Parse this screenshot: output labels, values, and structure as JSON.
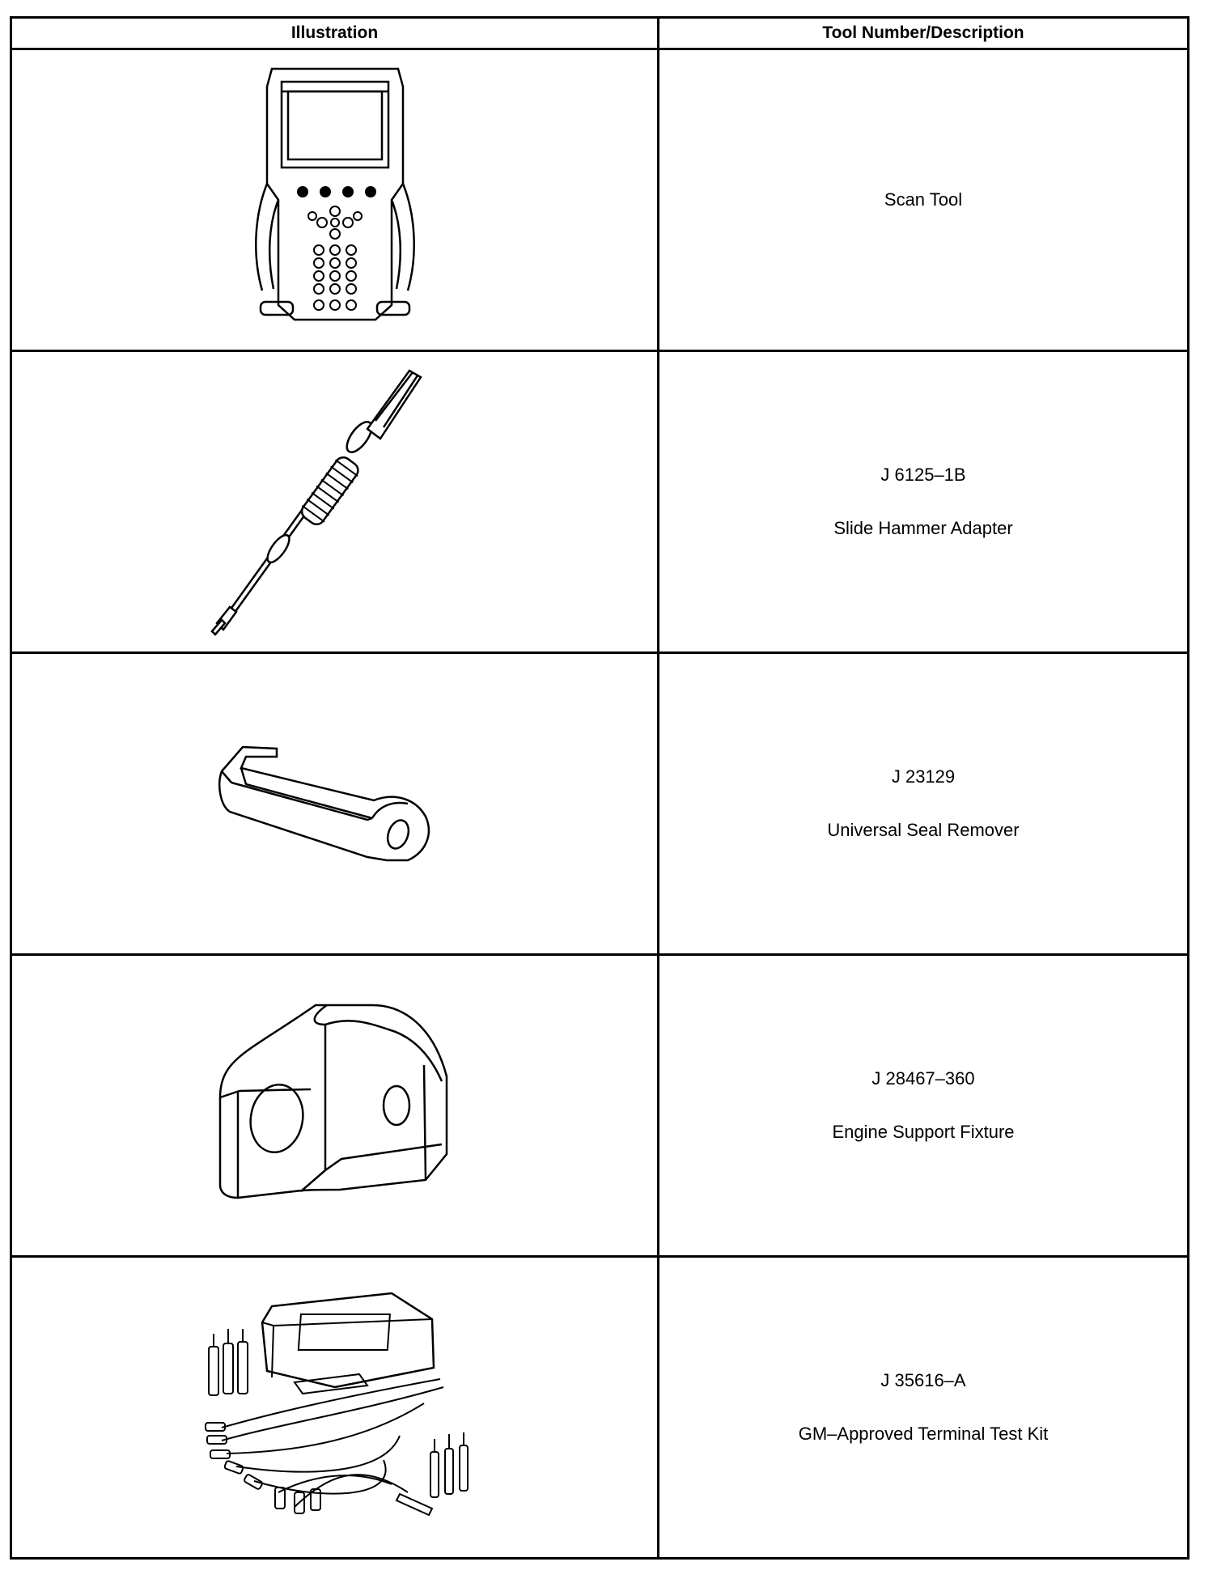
{
  "table": {
    "headers": {
      "illustration": "Illustration",
      "tool": "Tool Number/Description"
    },
    "rows": [
      {
        "icon": "scan-tool-illustration",
        "number": "",
        "description": "Scan Tool"
      },
      {
        "icon": "slide-hammer-illustration",
        "number": "J 6125–1B",
        "description": "Slide Hammer Adapter"
      },
      {
        "icon": "seal-remover-illustration",
        "number": "J 23129",
        "description": "Universal Seal Remover"
      },
      {
        "icon": "support-fixture-illustration",
        "number": "J 28467–360",
        "description": "Engine Support Fixture"
      },
      {
        "icon": "terminal-test-kit-illustration",
        "number": "J 35616–A",
        "description": "GM–Approved Terminal Test Kit"
      }
    ]
  }
}
